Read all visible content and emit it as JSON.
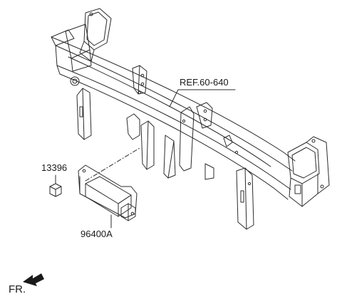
{
  "diagram": {
    "reference_label": "REF.60-640",
    "parts": [
      {
        "part_number": "13396"
      },
      {
        "part_number": "96400A"
      }
    ],
    "direction_label": "FR."
  },
  "colors": {
    "line": "#2b2b2b",
    "background": "#ffffff"
  },
  "icons": [
    "front-direction-arrow-icon"
  ]
}
